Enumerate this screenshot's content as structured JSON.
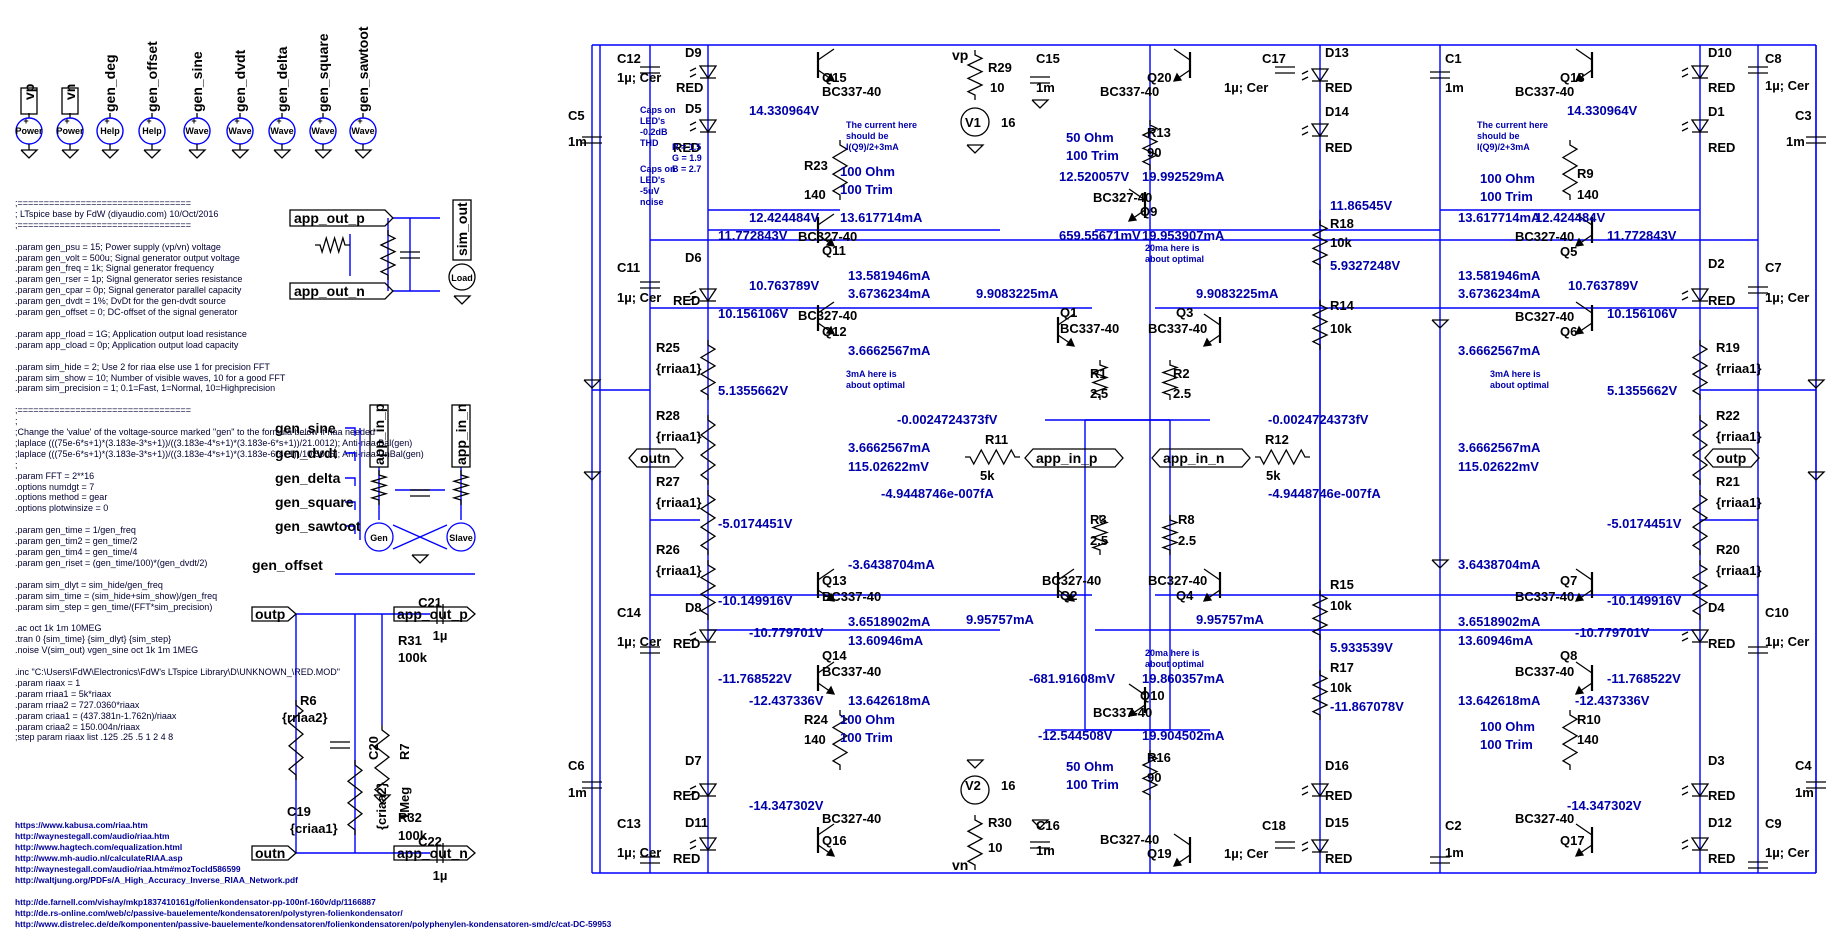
{
  "directives": [
    ";=================================",
    "; LTspice base by FdW (diyaudio.com) 10/Oct/2016",
    ";=================================",
    "",
    ".param gen_psu = 15; Power supply (vp/vn) voltage",
    ".param gen_volt = 500u; Signal generator output voltage",
    ".param gen_freq = 1k; Signal generator frequency",
    ".param gen_rser = 1p; Signal generator series resistance",
    ".param gen_cpar = 0p; Signal generator parallel capacity",
    ".param gen_dvdt = 1%; DvDt for the gen-dvdt source",
    ".param gen_offset = 0; DC-offset of the signal generator",
    "",
    ".param app_rload = 1G; Application output load resistance",
    ".param app_cload = 0p; Application output load capacity",
    "",
    ".param sim_hide = 2; Use 2 for riaa else use 1 for precision FFT",
    ".param sim_show = 10; Number of visible waves, 10 for a good FFT",
    ".param sim_precision = 1; 0.1=Fast, 1=Normal, 10=Highprecision",
    "",
    ";=================================",
    ";",
    ";Change the 'value' of the voltage-source marked \"gen\" to the formula below if riaa needed",
    ";laplace (((75e-6*s+1)*(3.183e-3*s+1))/((3.183e-4*s+1)*(3.183e-6*s+1))/21.0012); Anti-riaa Bal(gen)",
    ";laplace (((75e-6*s+1)*(3.183e-3*s+1))/((3.183e-4*s+1)*(3.183e-6*s+1))/10.5006); Anti-riaa UnBal(gen)",
    ";",
    ".param FFT = 2**16",
    ".options numdgt = 7",
    ".options method = gear",
    ".options plotwinsize = 0",
    "",
    ".param gen_time = 1/gen_freq",
    ".param gen_tim2 = gen_time/2",
    ".param gen_tim4 = gen_time/4",
    ".param gen_riset = (gen_time/100)*(gen_dvdt/2)",
    "",
    ".param sim_dlyt = sim_hide/gen_freq",
    ".param sim_time = (sim_hide+sim_show)/gen_freq",
    ".param sim_step = gen_time/(FFT*sim_precision)",
    "",
    ".ac oct 1k 1m 10MEG",
    ".tran 0 {sim_time} {sim_dlyt} {sim_step}",
    ".noise V(sim_out) vgen_sine oct 1k 1m 1MEG",
    "",
    ".inc \"C:\\Users\\FdW\\Electronics\\FdW's LTspice Library\\D\\UNKNOWN_\\RED.MOD\"",
    ".param riaax = 1",
    ".param rriaa1 = 5k*riaax",
    ".param rriaa2 = 727.0360*riaax",
    ".param criaa1 = (437.381n-1.762n)/riaax",
    ".param criaa2 = 150.004n/riaax",
    ";step param riaax list .125 .25 .5 1 2 4 8"
  ],
  "links_group1": [
    "https://www.kabusa.com/riaa.htm",
    "http://waynestegall.com/audio/riaa.htm",
    "http://www.hagtech.com/equalization.html",
    "http://www.mh-audio.nl/calculateRIAA.asp",
    "http://waynestegall.com/audio/riaa.htm#mozTocId586599",
    "http://waltjung.org/PDFs/A_High_Accuracy_Inverse_RIAA_Network.pdf"
  ],
  "links_group2": [
    "http://de.farnell.com/vishay/mkp1837410161g/folienkondensator-pp-100nf-160v/dp/1166887",
    "http://de.rs-online.com/web/c/passive-bauelemente/kondensatoren/polystyren-folienkondensator/",
    "http://www.distrelec.de/de/komponenten/passive-bauelemente/kondensatoren/folienkondensatoren/polyphenylen-kondensatoren-smd/c/cat-DC-59953"
  ],
  "sources": [
    {
      "name": "vp",
      "label": "Power"
    },
    {
      "name": "vn",
      "label": "Power"
    },
    {
      "name": "gen_deg",
      "label": "Help"
    },
    {
      "name": "gen_offset",
      "label": "Help"
    },
    {
      "name": "gen_sine",
      "label": "Wave"
    },
    {
      "name": "gen_dvdt",
      "label": "Wave"
    },
    {
      "name": "gen_delta",
      "label": "Wave"
    },
    {
      "name": "gen_square",
      "label": "Wave"
    },
    {
      "name": "gen_sawtoot",
      "label": "Wave"
    }
  ],
  "gen_labels": [
    "gen_sine",
    "gen_dvdt",
    "gen_delta",
    "gen_square",
    "gen_sawtoot",
    "gen_offset"
  ],
  "gen_block": {
    "gen": "Gen",
    "slave": "Slave",
    "app_in_p": "app_in_p",
    "app_in_n": "app_in_n"
  },
  "load_block": {
    "app_out_p": "app_out_p",
    "app_out_n": "app_out_n",
    "sim_out": "sim_out",
    "load": "Load"
  },
  "riaa_block": {
    "outp": "outp",
    "outn": "outn",
    "app_out_p": "app_out_p",
    "app_out_n": "app_out_n",
    "C21": "C21",
    "C21v": "1µ",
    "C22": "C22",
    "C22v": "1µ",
    "R31": "R31",
    "R31v": "100k",
    "R32": "R32",
    "R32v": "100k",
    "R6": "R6",
    "R6v": "{rriaa2}",
    "C20": "C20",
    "C20v": "{criaa2}",
    "R7": "R7",
    "R7v": "1Meg",
    "C19": "C19",
    "C19v": "{criaa1}"
  },
  "schematic": {
    "components": [
      {
        "name": "C12",
        "value": "1µ; Cer"
      },
      {
        "name": "C5",
        "value": "1m"
      },
      {
        "name": "C11",
        "value": "1µ; Cer"
      },
      {
        "name": "C14",
        "value": "1µ; Cer"
      },
      {
        "name": "C6",
        "value": "1m"
      },
      {
        "name": "C13",
        "value": "1µ; Cer"
      },
      {
        "name": "D9",
        "value": "RED"
      },
      {
        "name": "D5",
        "value": "RED"
      },
      {
        "name": "D6",
        "value": "RED"
      },
      {
        "name": "D8",
        "value": "RED"
      },
      {
        "name": "D7",
        "value": "RED"
      },
      {
        "name": "D11",
        "value": "RED"
      },
      {
        "name": "Q15",
        "value": "BC337-40"
      },
      {
        "name": "R23",
        "value": "140"
      },
      {
        "name": "Q11",
        "value": "BC327-40"
      },
      {
        "name": "Q12",
        "value": "BC327-40"
      },
      {
        "name": "R25",
        "value": "{rriaa1}"
      },
      {
        "name": "R28",
        "value": "{rriaa1}"
      },
      {
        "name": "R27",
        "value": "{rriaa1}"
      },
      {
        "name": "R26",
        "value": "{rriaa1}"
      },
      {
        "name": "Q13",
        "value": "BC337-40"
      },
      {
        "name": "Q14",
        "value": "BC337-40"
      },
      {
        "name": "R24",
        "value": "140"
      },
      {
        "name": "Q16",
        "value": "BC327-40"
      },
      {
        "name": "R29",
        "value": "10"
      },
      {
        "name": "C15",
        "value": "1m"
      },
      {
        "name": "V1",
        "value": "16"
      },
      {
        "name": "V2",
        "value": "16"
      },
      {
        "name": "R30",
        "value": "10"
      },
      {
        "name": "C16",
        "value": "1m"
      },
      {
        "name": "R11",
        "value": "5k"
      },
      {
        "name": "R12",
        "value": "5k"
      },
      {
        "name": "Q1",
        "value": "BC337-40"
      },
      {
        "name": "Q3",
        "value": "BC337-40"
      },
      {
        "name": "R1",
        "value": "2.5"
      },
      {
        "name": "R2",
        "value": "2.5"
      },
      {
        "name": "R3",
        "value": "2.5"
      },
      {
        "name": "R8",
        "value": "2.5"
      },
      {
        "name": "Q2",
        "value": "BC327-40"
      },
      {
        "name": "Q4",
        "value": "BC327-40"
      },
      {
        "name": "Q20",
        "value": "BC337-40"
      },
      {
        "name": "R13",
        "value": "90"
      },
      {
        "name": "Q9",
        "value": "BC327-40"
      },
      {
        "name": "Q10",
        "value": "BC337-40"
      },
      {
        "name": "R16",
        "value": "90"
      },
      {
        "name": "Q19",
        "value": "BC327-40"
      },
      {
        "name": "C17",
        "value": "1µ; Cer"
      },
      {
        "name": "C18",
        "value": "1µ; Cer"
      },
      {
        "name": "D13",
        "value": "RED"
      },
      {
        "name": "D14",
        "value": "RED"
      },
      {
        "name": "D16",
        "value": "RED"
      },
      {
        "name": "D15",
        "value": "RED"
      },
      {
        "name": "R18",
        "value": "10k"
      },
      {
        "name": "R14",
        "value": "10k"
      },
      {
        "name": "R15",
        "value": "10k"
      },
      {
        "name": "R17",
        "value": "10k"
      },
      {
        "name": "C1",
        "value": "1m"
      },
      {
        "name": "C2",
        "value": "1m"
      },
      {
        "name": "Q18",
        "value": "BC337-40"
      },
      {
        "name": "R9",
        "value": "140"
      },
      {
        "name": "Q5",
        "value": "BC327-40"
      },
      {
        "name": "Q6",
        "value": "BC327-40"
      },
      {
        "name": "Q7",
        "value": "BC337-40"
      },
      {
        "name": "Q8",
        "value": "BC337-40"
      },
      {
        "name": "R10",
        "value": "140"
      },
      {
        "name": "Q17",
        "value": "BC327-40"
      },
      {
        "name": "D10",
        "value": "RED"
      },
      {
        "name": "D1",
        "value": "RED"
      },
      {
        "name": "D2",
        "value": "RED"
      },
      {
        "name": "D4",
        "value": "RED"
      },
      {
        "name": "D3",
        "value": "RED"
      },
      {
        "name": "D12",
        "value": "RED"
      },
      {
        "name": "C8",
        "value": "1µ; Cer"
      },
      {
        "name": "C3",
        "value": "1m"
      },
      {
        "name": "C7",
        "value": "1µ; Cer"
      },
      {
        "name": "C10",
        "value": "1µ; Cer"
      },
      {
        "name": "C4",
        "value": "1m"
      },
      {
        "name": "C9",
        "value": "1µ; Cer"
      },
      {
        "name": "R19",
        "value": "{rriaa1}"
      },
      {
        "name": "R22",
        "value": "{rriaa1}"
      },
      {
        "name": "R21",
        "value": "{rriaa1}"
      },
      {
        "name": "R20",
        "value": "{rriaa1}"
      }
    ],
    "resistor_notes": [
      {
        "lines": [
          "100 Ohm",
          "100 Trim"
        ]
      },
      {
        "lines": [
          "100 Ohm",
          "100 Trim"
        ]
      },
      {
        "lines": [
          "50 Ohm",
          "100 Trim"
        ]
      },
      {
        "lines": [
          "50 Ohm",
          "100 Trim"
        ]
      },
      {
        "lines": [
          "100 Ohm",
          "100 Trim"
        ]
      },
      {
        "lines": [
          "100 Ohm",
          "100 Trim"
        ]
      }
    ],
    "node_values": [
      "14.330964V",
      "12.424484V",
      "13.617714mA",
      "11.772843V",
      "10.763789V",
      "13.581946mA",
      "3.6736234mA",
      "10.156106V",
      "3.6662567mA",
      "5.1355662V",
      "3.6662567mA",
      "115.02622mV",
      "-5.0174451V",
      "-3.6438704mA",
      "-10.149916V",
      "-10.779701V",
      "3.6518902mA",
      "13.60946mA",
      "-11.768522V",
      "-12.437336V",
      "13.642618mA",
      "-14.347302V",
      "9.9083225mA",
      "9.9083225mA",
      "-0.0024724373fV",
      "-4.9448746e-007fA",
      "-0.0024724373fV",
      "-4.9448746e-007fA",
      "9.95757mA",
      "9.95757mA",
      "12.520057V",
      "19.992529mA",
      "659.55671mV",
      "19.953907mA",
      "-681.91608mV",
      "19.860357mA",
      "-12.544508V",
      "19.904502mA",
      "11.86545V",
      "5.9327248V",
      "5.933539V",
      "-11.867078V",
      "14.330964V",
      "12.424484V",
      "13.617714mA",
      "11.772843V",
      "10.763789V",
      "13.581946mA",
      "3.6736234mA",
      "10.156106V",
      "3.6662567mA",
      "5.1355662V",
      "3.6662567mA",
      "115.02622mV",
      "-5.0174451V",
      "3.6438704mA",
      "-10.149916V",
      "-10.779701V",
      "3.6518902mA",
      "13.60946mA",
      "-11.768522V",
      "-12.437336V",
      "13.642618mA",
      "-14.347302V"
    ],
    "notes": [
      [
        "Caps on",
        "LED's",
        "-0.2dB",
        "THD"
      ],
      [
        "R = 1.5",
        "G = 1.9",
        "B = 2.7"
      ],
      [
        "Caps on",
        "LED's",
        "-5uV",
        "noise"
      ],
      [
        "The current here",
        "should be",
        "I(Q9)/2+3mA"
      ],
      [
        "3mA here is",
        "about optimal"
      ],
      [
        "20ma here is",
        "about optimal"
      ],
      [
        "20ma here is",
        "about optimal"
      ],
      [
        "The current here",
        "should be",
        "I(Q9)/2+3mA"
      ],
      [
        "3mA here is",
        "about optimal"
      ]
    ],
    "net_labels": [
      "vp",
      "vn",
      "app_in_p",
      "app_in_n",
      "outn",
      "outp"
    ]
  }
}
